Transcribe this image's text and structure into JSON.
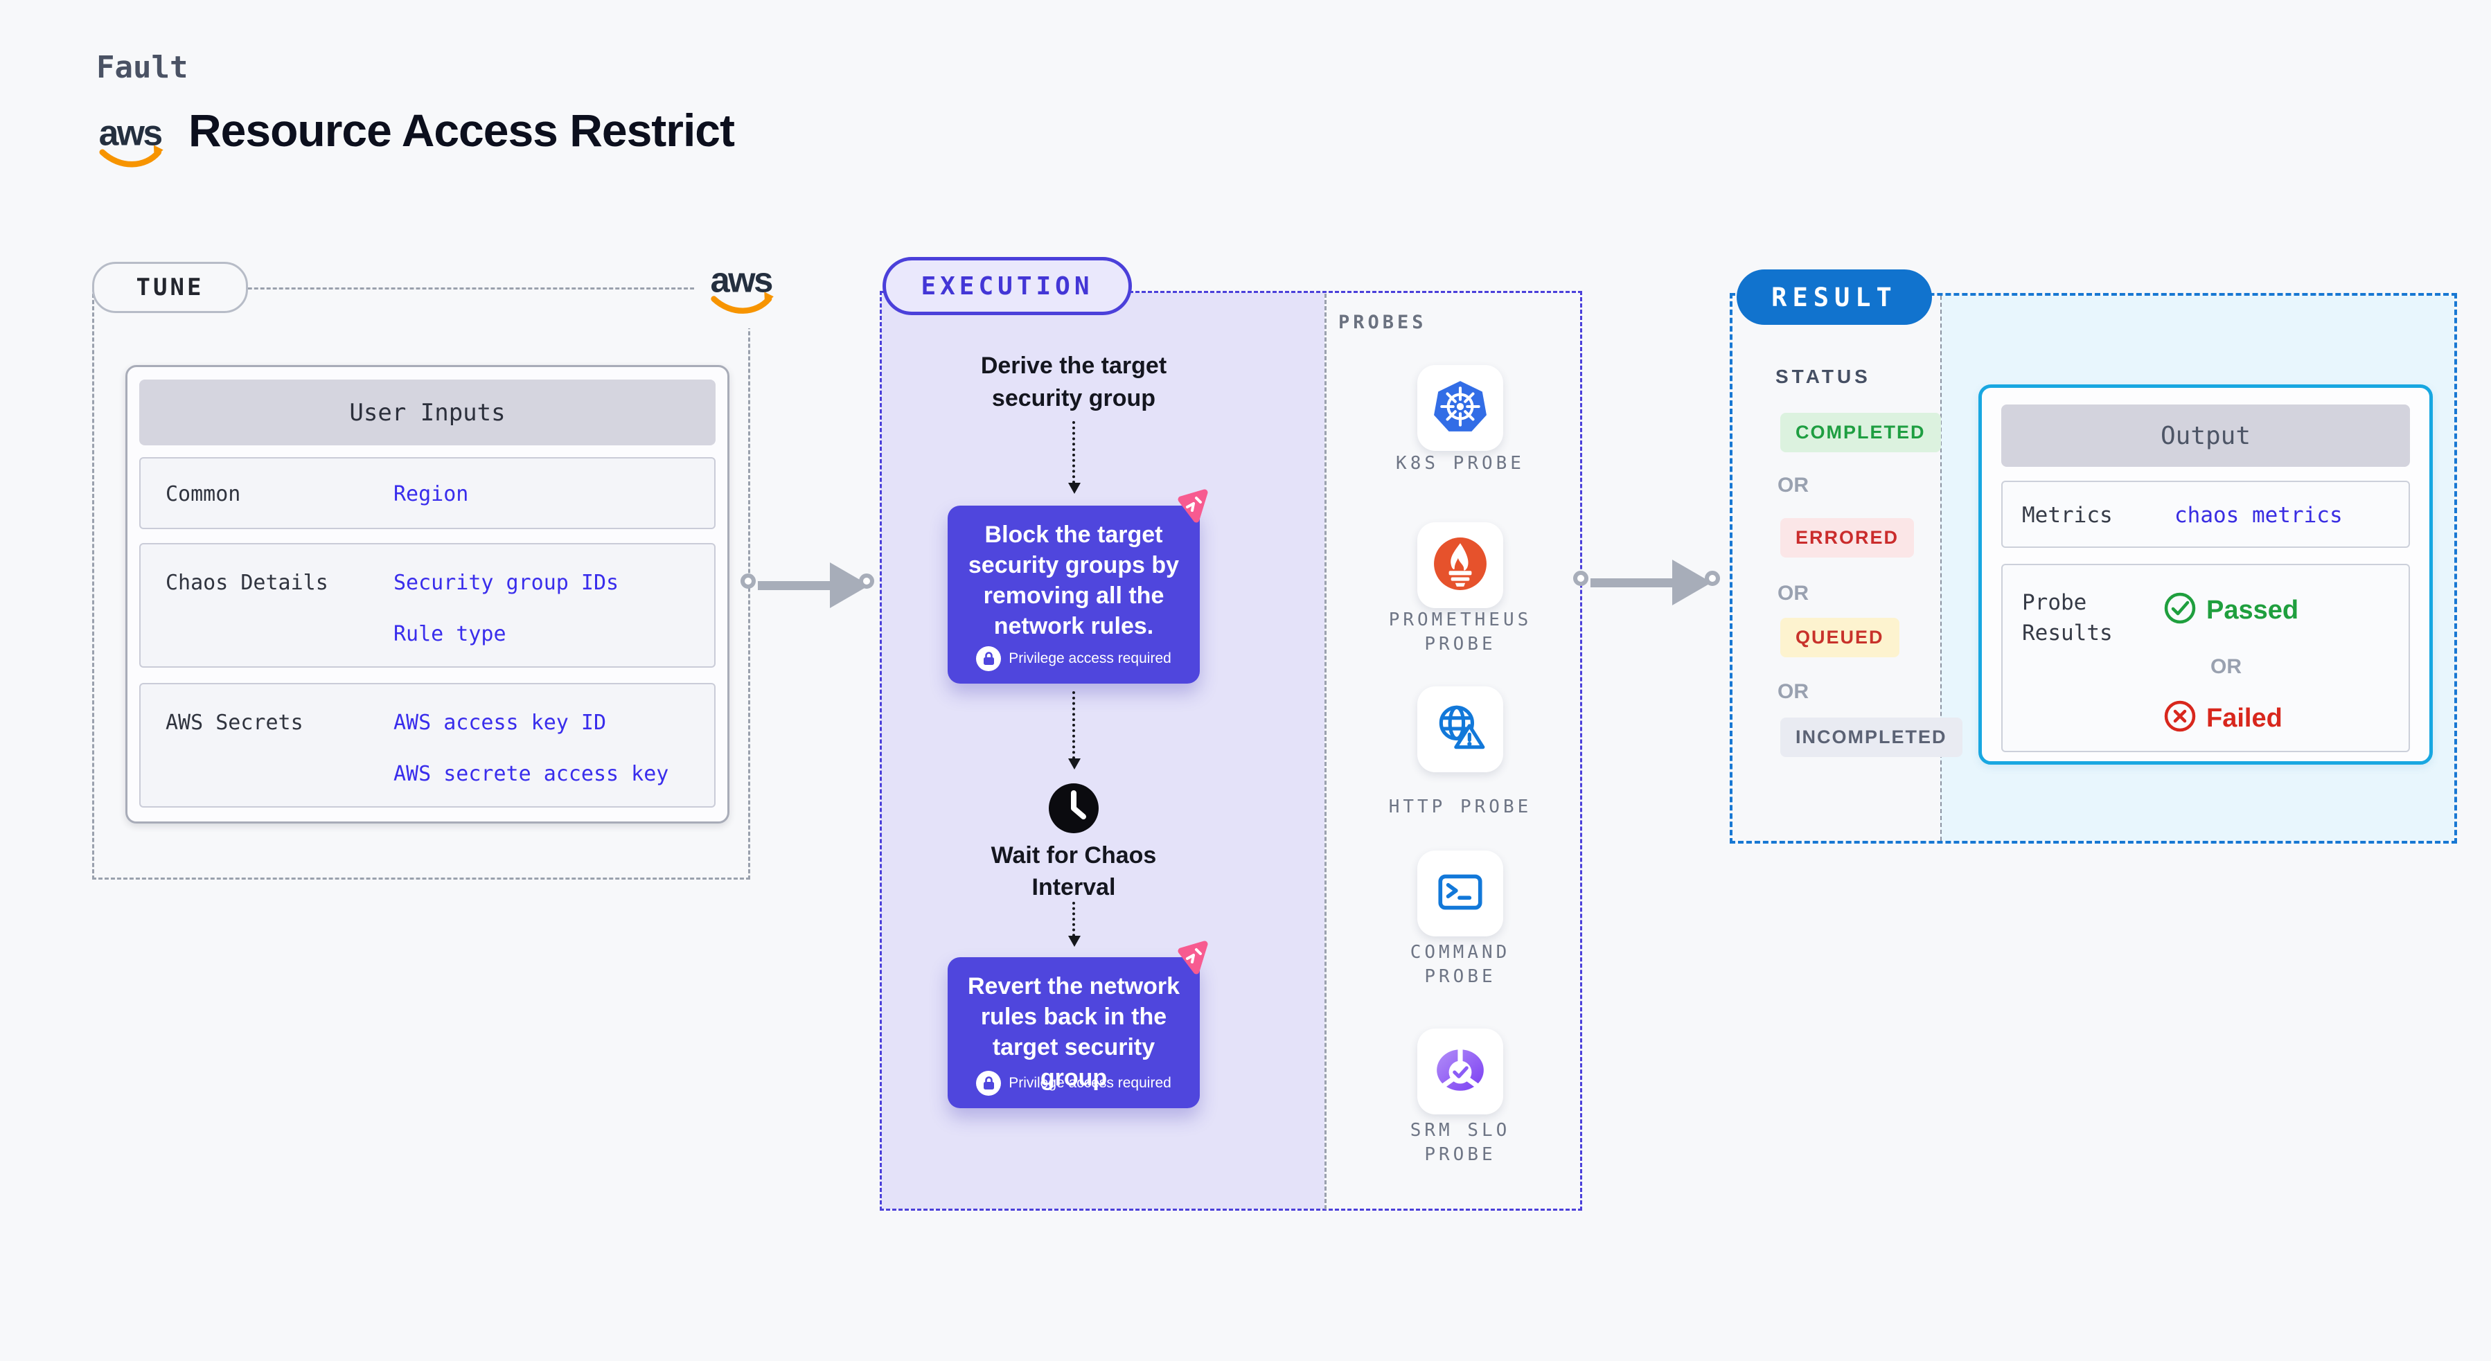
{
  "page": {
    "kind_label": "Fault",
    "title": "Resource Access Restrict",
    "aws_logo_text": "aws"
  },
  "tune": {
    "badge": "TUNE",
    "table": {
      "header": "User Inputs",
      "rows": [
        {
          "label": "Common",
          "values": [
            "Region"
          ]
        },
        {
          "label": "Chaos Details",
          "values": [
            "Security group IDs",
            "Rule type"
          ]
        },
        {
          "label": "AWS Secrets",
          "values": [
            "AWS access key ID",
            "AWS secrete access key"
          ]
        }
      ]
    }
  },
  "execution": {
    "badge": "EXECUTION",
    "derive": "Derive the target security group",
    "block": {
      "text": "Block the target security groups by removing all the network rules.",
      "privilege": "Privilege access required"
    },
    "wait": "Wait for Chaos Interval",
    "revert": {
      "text": "Revert the network rules back in the target security group",
      "privilege": "Privilege access required"
    }
  },
  "probes": {
    "label": "PROBES",
    "items": [
      {
        "icon": "kubernetes-icon",
        "label": "K8S PROBE"
      },
      {
        "icon": "prometheus-icon",
        "label": "PROMETHEUS PROBE"
      },
      {
        "icon": "http-globe-warning-icon",
        "label": "HTTP PROBE"
      },
      {
        "icon": "terminal-icon",
        "label": "COMMAND PROBE"
      },
      {
        "icon": "srm-slo-icon",
        "label": "SRM SLO PROBE"
      }
    ]
  },
  "result": {
    "badge": "RESULT",
    "status": {
      "title": "STATUS",
      "completed": "COMPLETED",
      "errored": "ERRORED",
      "queued": "QUEUED",
      "incompleted": "INCOMPLETED",
      "or": "OR"
    },
    "output": {
      "header": "Output",
      "metrics_label": "Metrics",
      "metrics_value": "chaos metrics",
      "probe_results_label": "Probe Results",
      "passed": "Passed",
      "failed": "Failed",
      "or": "OR"
    }
  },
  "colors": {
    "page_bg": "#f7f8fa",
    "indigo_accent": "#4b40da",
    "chaos_step_bg": "#4f46dd",
    "lavender_bg": "#e4e2f9",
    "result_blue": "#1173ce",
    "output_border": "#18a7e1",
    "cyan_panel_bg": "#e8f6fd",
    "link_blue": "#392dec",
    "green": "#1e9e41",
    "red": "#ca2c2c",
    "pink_icon": "#f75b90",
    "aws_orange": "#f79400"
  }
}
